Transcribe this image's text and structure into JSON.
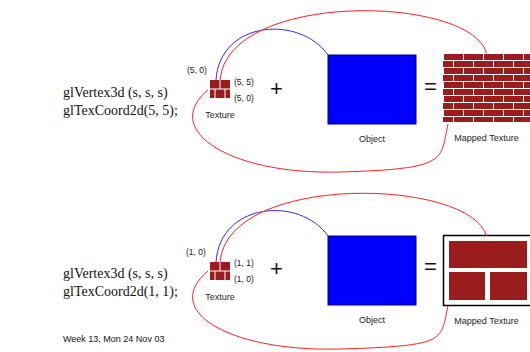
{
  "diagram": {
    "nodes": [
      {
        "text": [
          "Texture"
        ]
      },
      {
        "text": [
          "Object"
        ]
      },
      {
        "text": [
          "Mapped Texture"
        ]
      },
      {
        "text": [
          "Texture"
        ]
      },
      {
        "text": [
          "Object"
        ]
      },
      {
        "text": [
          "Mapped Texture"
        ]
      }
    ],
    "edges": [
      {
        "from": 0,
        "to": 1,
        "arrow": "none"
      },
      {
        "from": 0,
        "to": 2,
        "arrow": "none"
      },
      {
        "from": 3,
        "to": 4,
        "arrow": "none"
      },
      {
        "from": 3,
        "to": 5,
        "arrow": "none"
      }
    ],
    "labels": [
      "glVertex3d (s, s, s)",
      "glTexCoord2d(5, 5);",
      "(5, 0)",
      "(5, 5)",
      "(5, 0)",
      "+",
      "=",
      "glVertex3d (s, s, s)",
      "glTexCoord2d(1, 1);",
      "(1, 0)",
      "(1, 1)",
      "(1, 0)",
      "+",
      "=",
      "Week 13, Mon 24 Nov 03"
    ]
  }
}
